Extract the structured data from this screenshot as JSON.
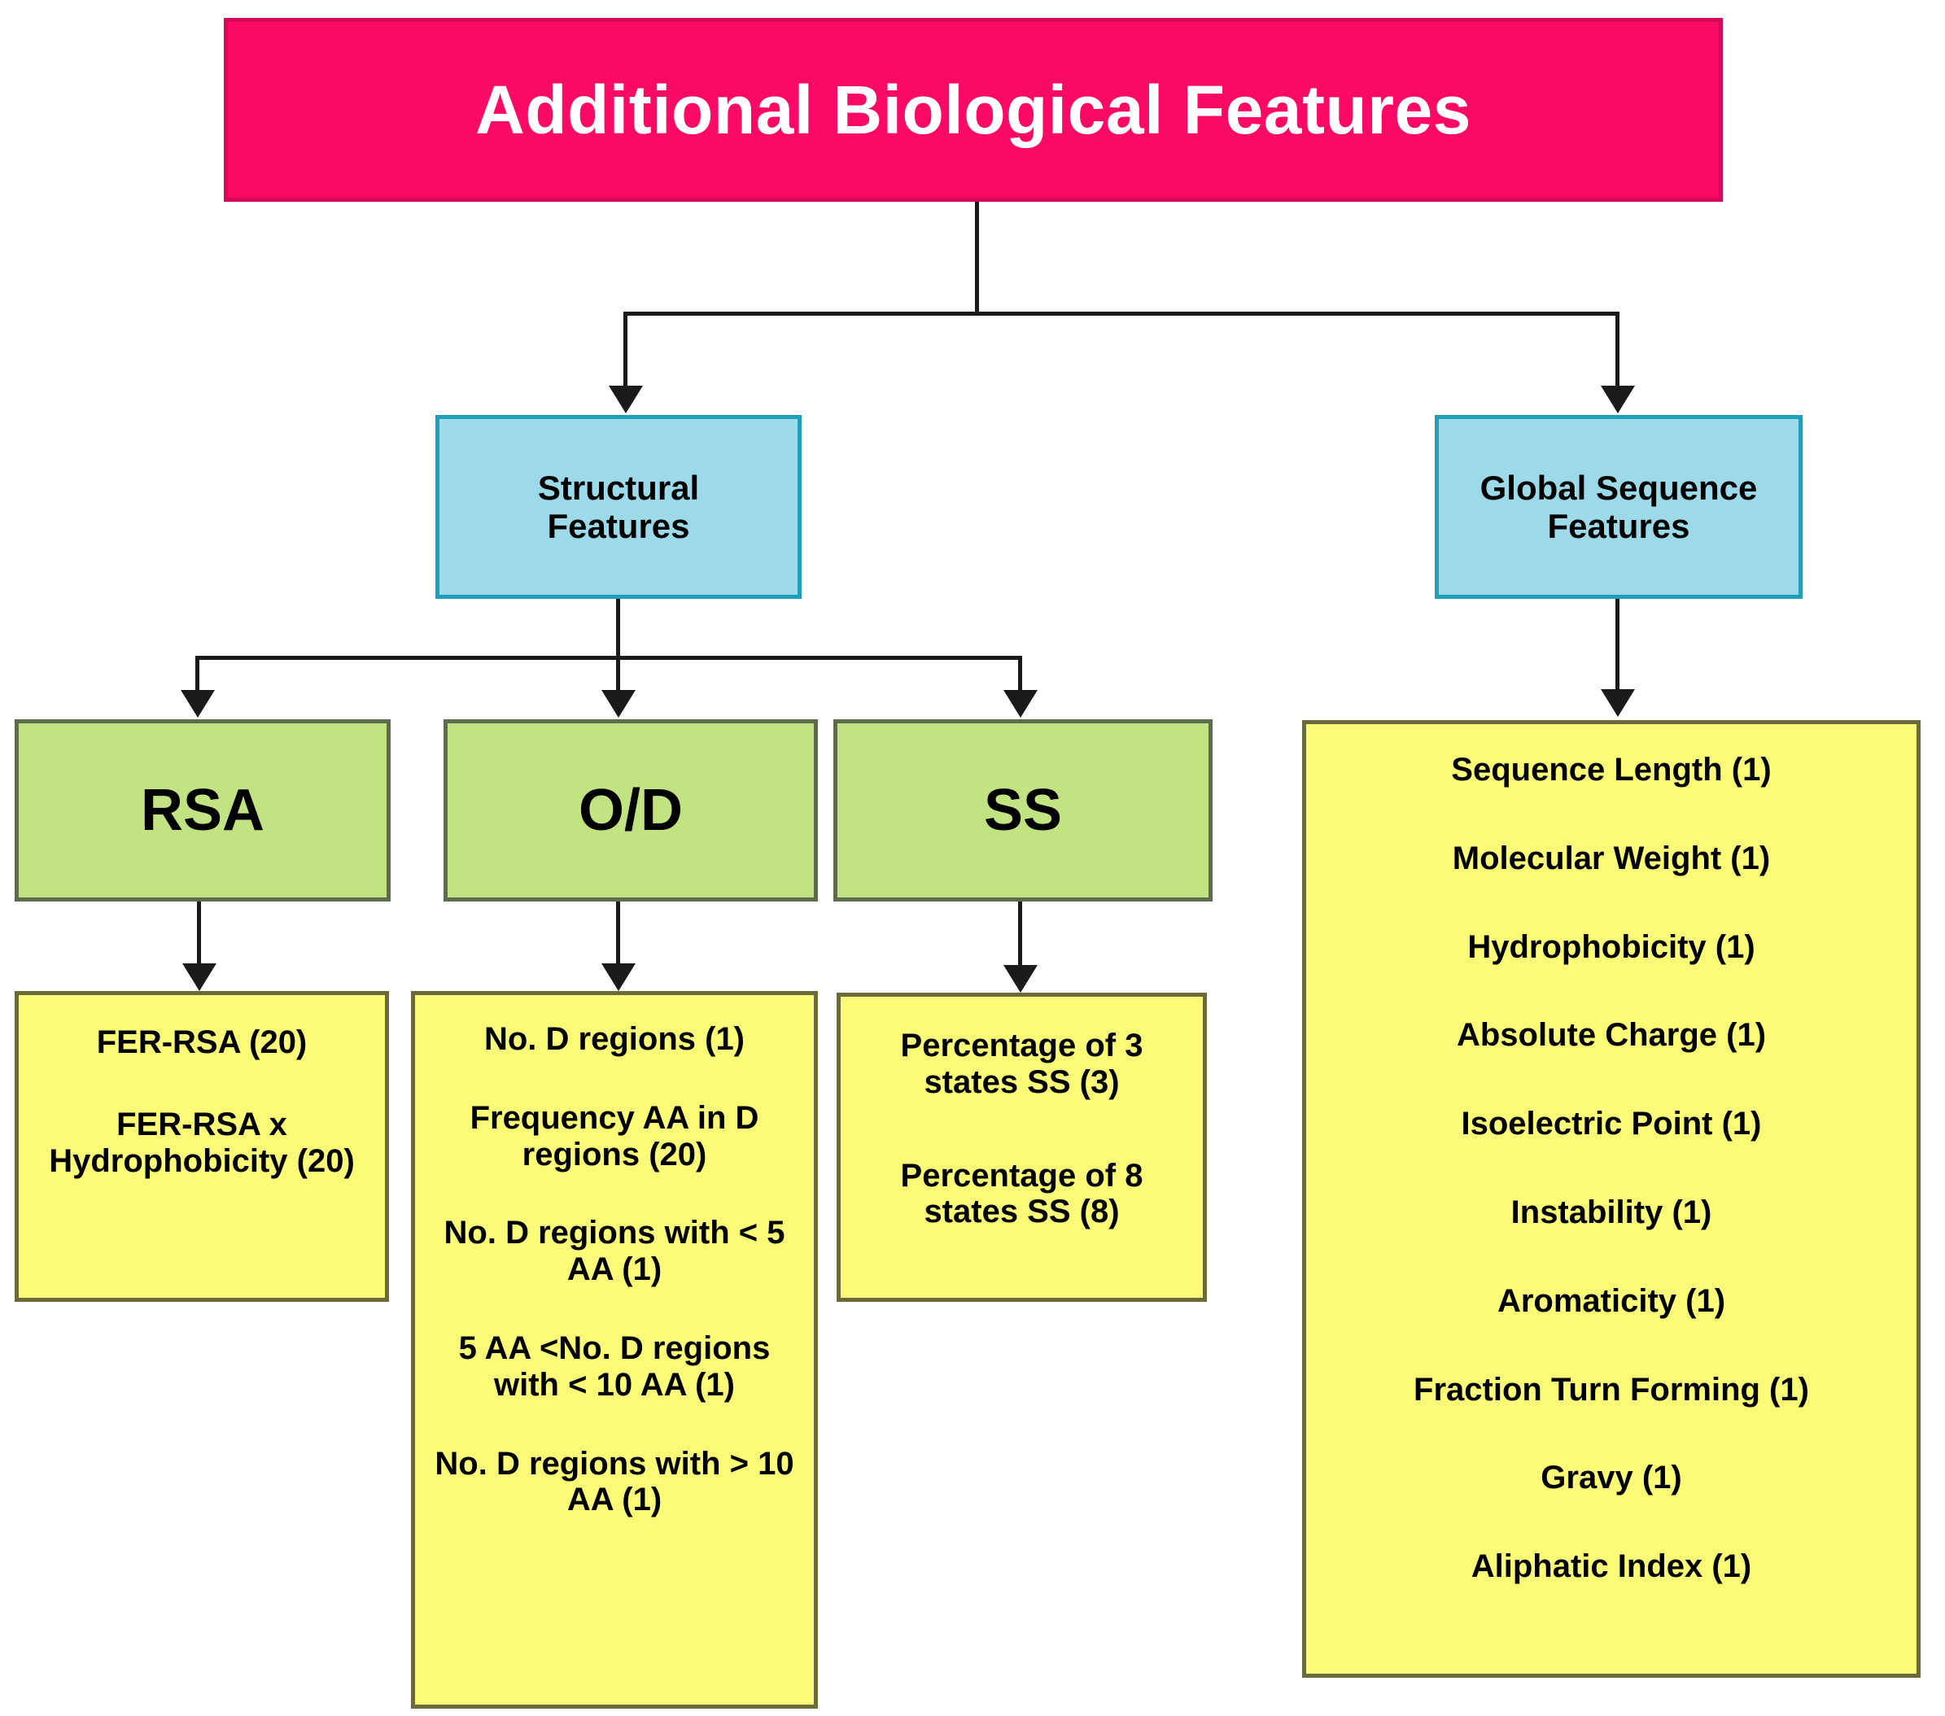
{
  "title": {
    "label": "Additional Biological Features",
    "color": "#fa0a64",
    "text_color": "#ffffff"
  },
  "categories": [
    {
      "id": "structural",
      "label": "Structural\nFeatures",
      "label_line1": "Structural",
      "label_line2": "Features",
      "color": "#9cd9e9"
    },
    {
      "id": "global_sequence",
      "label_line1": "Global Sequence",
      "label_line2": "Features",
      "color": "#9cd9e9"
    }
  ],
  "subcategories": [
    {
      "id": "rsa",
      "label": "RSA",
      "color": "#c2e381"
    },
    {
      "id": "od",
      "label": "O/D",
      "color": "#c2e381"
    },
    {
      "id": "ss",
      "label": "SS",
      "color": "#c2e381"
    }
  ],
  "feature_groups": {
    "rsa": {
      "color": "#fbfb78",
      "items": [
        "FER-RSA (20)",
        "FER-RSA x Hydrophobicity (20)"
      ]
    },
    "od": {
      "color": "#fbfb78",
      "items": [
        "No. D regions (1)",
        "Frequency AA in D regions (20)",
        "No. D regions with < 5 AA (1)",
        "5 AA <No. D regions with < 10 AA (1)",
        "No. D regions with > 10 AA (1)"
      ]
    },
    "ss": {
      "color": "#fbfb78",
      "items": [
        "Percentage of 3 states SS (3)",
        "Percentage of 8 states SS (8)"
      ]
    },
    "global_sequence": {
      "color": "#fbfb78",
      "items": [
        "Sequence Length (1)",
        "Molecular Weight (1)",
        "Hydrophobicity (1)",
        "Absolute Charge (1)",
        "Isoelectric Point (1)",
        "Instability (1)",
        "Aromaticity (1)",
        "Fraction Turn Forming (1)",
        "Gravy (1)",
        "Aliphatic Index (1)"
      ]
    }
  },
  "edge_color": "#1a1a1a"
}
